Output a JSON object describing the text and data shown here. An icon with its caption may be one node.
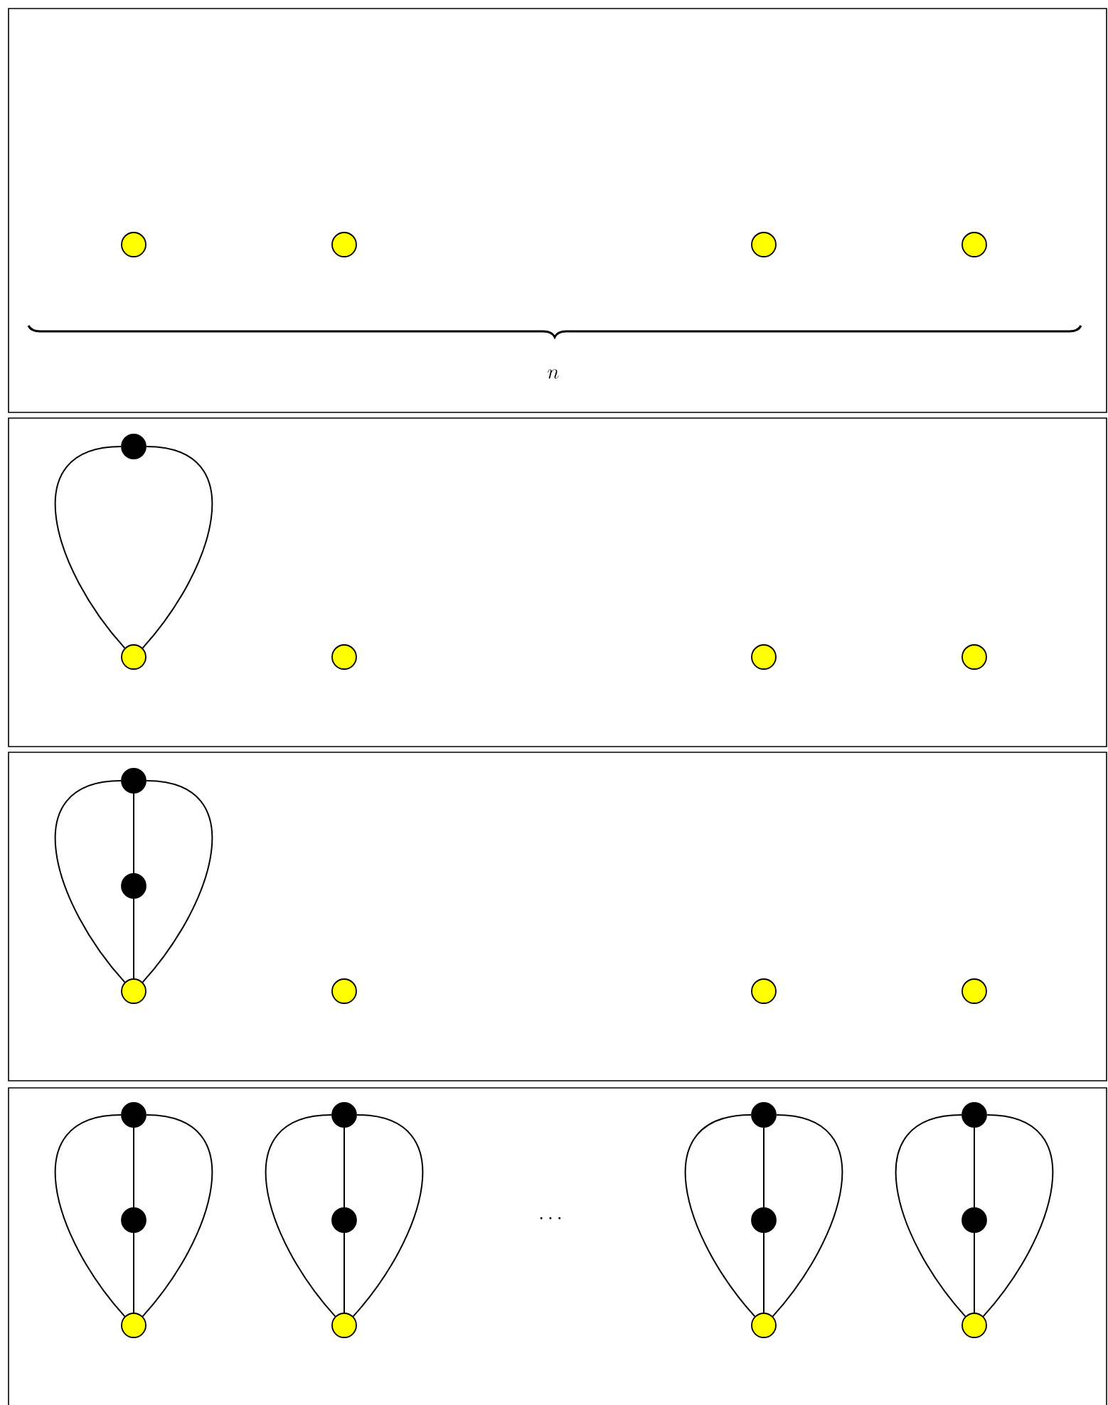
{
  "diagram": {
    "nodes": [
      {
        "text": [],
        "shape": "box"
      },
      {
        "text": [],
        "shape": "circle",
        "in": 0
      },
      {
        "text": [],
        "shape": "circle",
        "in": 0
      },
      {
        "text": [],
        "shape": "circle",
        "in": 0
      },
      {
        "text": [],
        "shape": "circle",
        "in": 0
      },
      {
        "text": [],
        "shape": "box"
      },
      {
        "text": [],
        "shape": "circle",
        "in": 5
      },
      {
        "text": [],
        "shape": "circle",
        "in": 5
      },
      {
        "text": [],
        "shape": "circle",
        "in": 5
      },
      {
        "text": [],
        "shape": "circle",
        "in": 5
      },
      {
        "text": [],
        "shape": "circle",
        "in": 5
      },
      {
        "text": [],
        "shape": "box"
      },
      {
        "text": [],
        "shape": "circle",
        "in": 11
      },
      {
        "text": [],
        "shape": "circle",
        "in": 11
      },
      {
        "text": [],
        "shape": "circle",
        "in": 11
      },
      {
        "text": [],
        "shape": "circle",
        "in": 11
      },
      {
        "text": [],
        "shape": "circle",
        "in": 11
      },
      {
        "text": [],
        "shape": "circle",
        "in": 11
      },
      {
        "text": [],
        "shape": "box"
      },
      {
        "text": [],
        "shape": "circle",
        "in": 18
      },
      {
        "text": [],
        "shape": "circle",
        "in": 18
      },
      {
        "text": [],
        "shape": "circle",
        "in": 18
      },
      {
        "text": [],
        "shape": "circle",
        "in": 18
      },
      {
        "text": [],
        "shape": "circle",
        "in": 18
      },
      {
        "text": [],
        "shape": "circle",
        "in": 18
      },
      {
        "text": [],
        "shape": "circle",
        "in": 18
      },
      {
        "text": [],
        "shape": "circle",
        "in": 18
      },
      {
        "text": [],
        "shape": "circle",
        "in": 18
      },
      {
        "text": [],
        "shape": "circle",
        "in": 18
      },
      {
        "text": [],
        "shape": "circle",
        "in": 18
      },
      {
        "text": [],
        "shape": "circle",
        "in": 18
      }
    ],
    "edges": [
      {
        "from": 6,
        "to": 7,
        "arrow": "none"
      },
      {
        "from": 6,
        "to": 7,
        "arrow": "none"
      },
      {
        "from": 12,
        "to": 14,
        "arrow": "none"
      },
      {
        "from": 12,
        "to": 14,
        "arrow": "none"
      },
      {
        "from": 12,
        "to": 13,
        "arrow": "none"
      },
      {
        "from": 13,
        "to": 14,
        "arrow": "none"
      },
      {
        "from": 19,
        "to": 21,
        "arrow": "none"
      },
      {
        "from": 19,
        "to": 21,
        "arrow": "none"
      },
      {
        "from": 19,
        "to": 20,
        "arrow": "none"
      },
      {
        "from": 20,
        "to": 21,
        "arrow": "none"
      },
      {
        "from": 22,
        "to": 24,
        "arrow": "none"
      },
      {
        "from": 22,
        "to": 24,
        "arrow": "none"
      },
      {
        "from": 22,
        "to": 23,
        "arrow": "none"
      },
      {
        "from": 23,
        "to": 24,
        "arrow": "none"
      },
      {
        "from": 25,
        "to": 27,
        "arrow": "none"
      },
      {
        "from": 25,
        "to": 27,
        "arrow": "none"
      },
      {
        "from": 25,
        "to": 26,
        "arrow": "none"
      },
      {
        "from": 26,
        "to": 27,
        "arrow": "none"
      },
      {
        "from": 28,
        "to": 30,
        "arrow": "none"
      },
      {
        "from": 28,
        "to": 30,
        "arrow": "none"
      },
      {
        "from": 28,
        "to": 29,
        "arrow": "none"
      },
      {
        "from": 29,
        "to": 30,
        "arrow": "none"
      }
    ],
    "labels": [
      "n",
      "\\cdots"
    ]
  }
}
